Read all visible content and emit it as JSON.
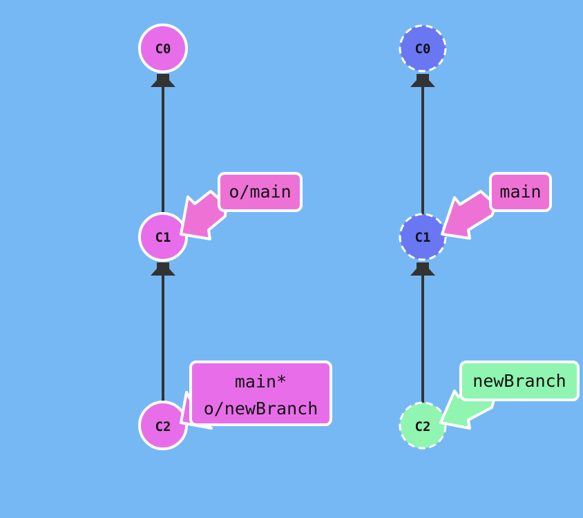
{
  "colors": {
    "background": "#76b8f4",
    "local_commit": "#e86ee9",
    "remote_commit": "#6a77f2",
    "remote_commit_new": "#8ff5b0",
    "branch_pink": "#ee72d6",
    "branch_magenta": "#e86ee9",
    "branch_green": "#8ff5b0",
    "edge": "#333333"
  },
  "local_repo": {
    "commits": [
      {
        "id": "C0",
        "label": "C0"
      },
      {
        "id": "C1",
        "label": "C1"
      },
      {
        "id": "C2",
        "label": "C2"
      }
    ],
    "branches": [
      {
        "lines": [
          "o/main"
        ],
        "target": "C1"
      },
      {
        "lines": [
          "main*",
          "o/newBranch"
        ],
        "target": "C2"
      }
    ]
  },
  "remote_repo": {
    "commits": [
      {
        "id": "C0",
        "label": "C0"
      },
      {
        "id": "C1",
        "label": "C1"
      },
      {
        "id": "C2",
        "label": "C2"
      }
    ],
    "branches": [
      {
        "lines": [
          "main"
        ],
        "target": "C1"
      },
      {
        "lines": [
          "newBranch"
        ],
        "target": "C2"
      }
    ]
  }
}
